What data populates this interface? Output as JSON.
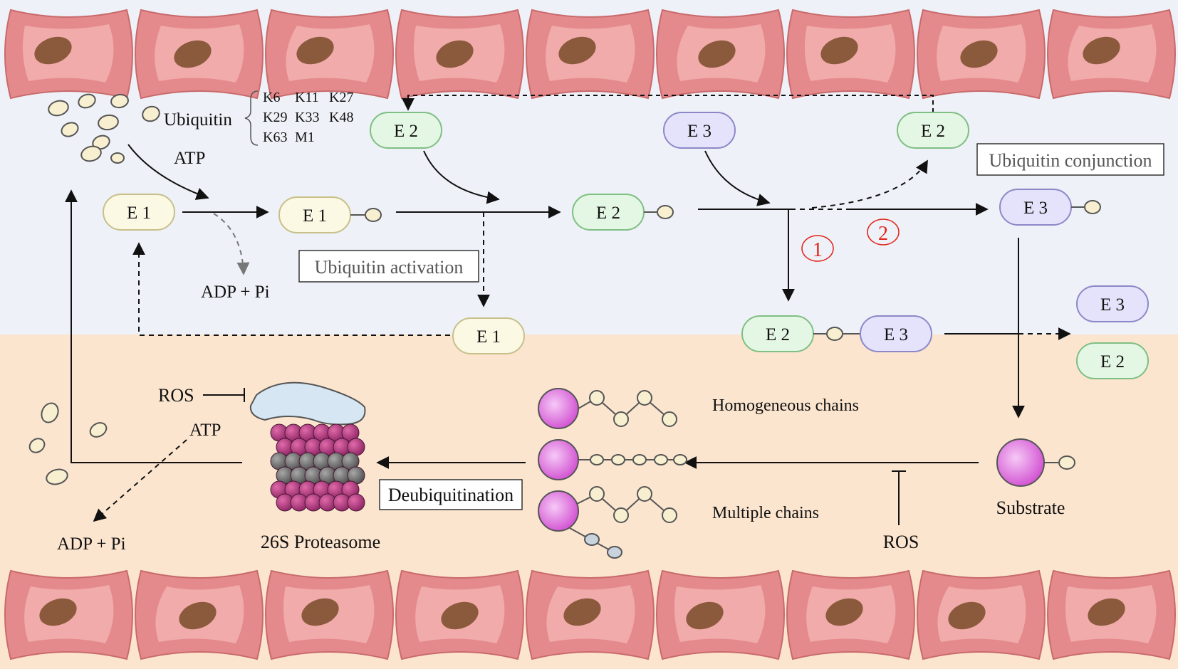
{
  "labels": {
    "ubiquitin": "Ubiquitin",
    "lysines": [
      "K6",
      "K11",
      "K27",
      "K29",
      "K33",
      "K48",
      "K63",
      "M1"
    ],
    "atp_top": "ATP",
    "adp_top": "ADP + Pi",
    "ubiquitin_activation": "Ubiquitin activation",
    "ubiquitin_conjunction": "Ubiquitin conjunction",
    "path_1": "1",
    "path_2": "2",
    "ros_left": "ROS",
    "atp_bottom": "ATP",
    "adp_bottom": "ADP + Pi",
    "proteasome": "26S Proteasome",
    "deubiquitination": "Deubiquitination",
    "homogeneous_chains": "Homogeneous chains",
    "multiple_chains": "Multiple chains",
    "ros_right": "ROS",
    "substrate": "Substrate"
  },
  "enzymes": {
    "e1": "E 1",
    "e2": "E 2",
    "e3": "E 3"
  },
  "colors": {
    "top_band": "#eef1f7",
    "bottom_band": "#fbe5cf",
    "cell_fill": "#e58a8c",
    "cell_inner": "#f3b6b4",
    "nucleus": "#8b5a3c",
    "ubiquitin_fill": "#f7efcf",
    "e1_fill": "#fbf8e4",
    "e1_stroke": "#c7c08a",
    "e2_fill": "#e4f6e4",
    "e2_stroke": "#7fbf83",
    "e3_fill": "#e5e3fb",
    "e3_stroke": "#8c88c8",
    "substrate_fill": "#e07ae0",
    "proteasome_magenta": "#b03f83",
    "proteasome_grey": "#6e6e6e",
    "proteasome_cap": "#d6e6f3",
    "red_number": "#e2231a"
  }
}
